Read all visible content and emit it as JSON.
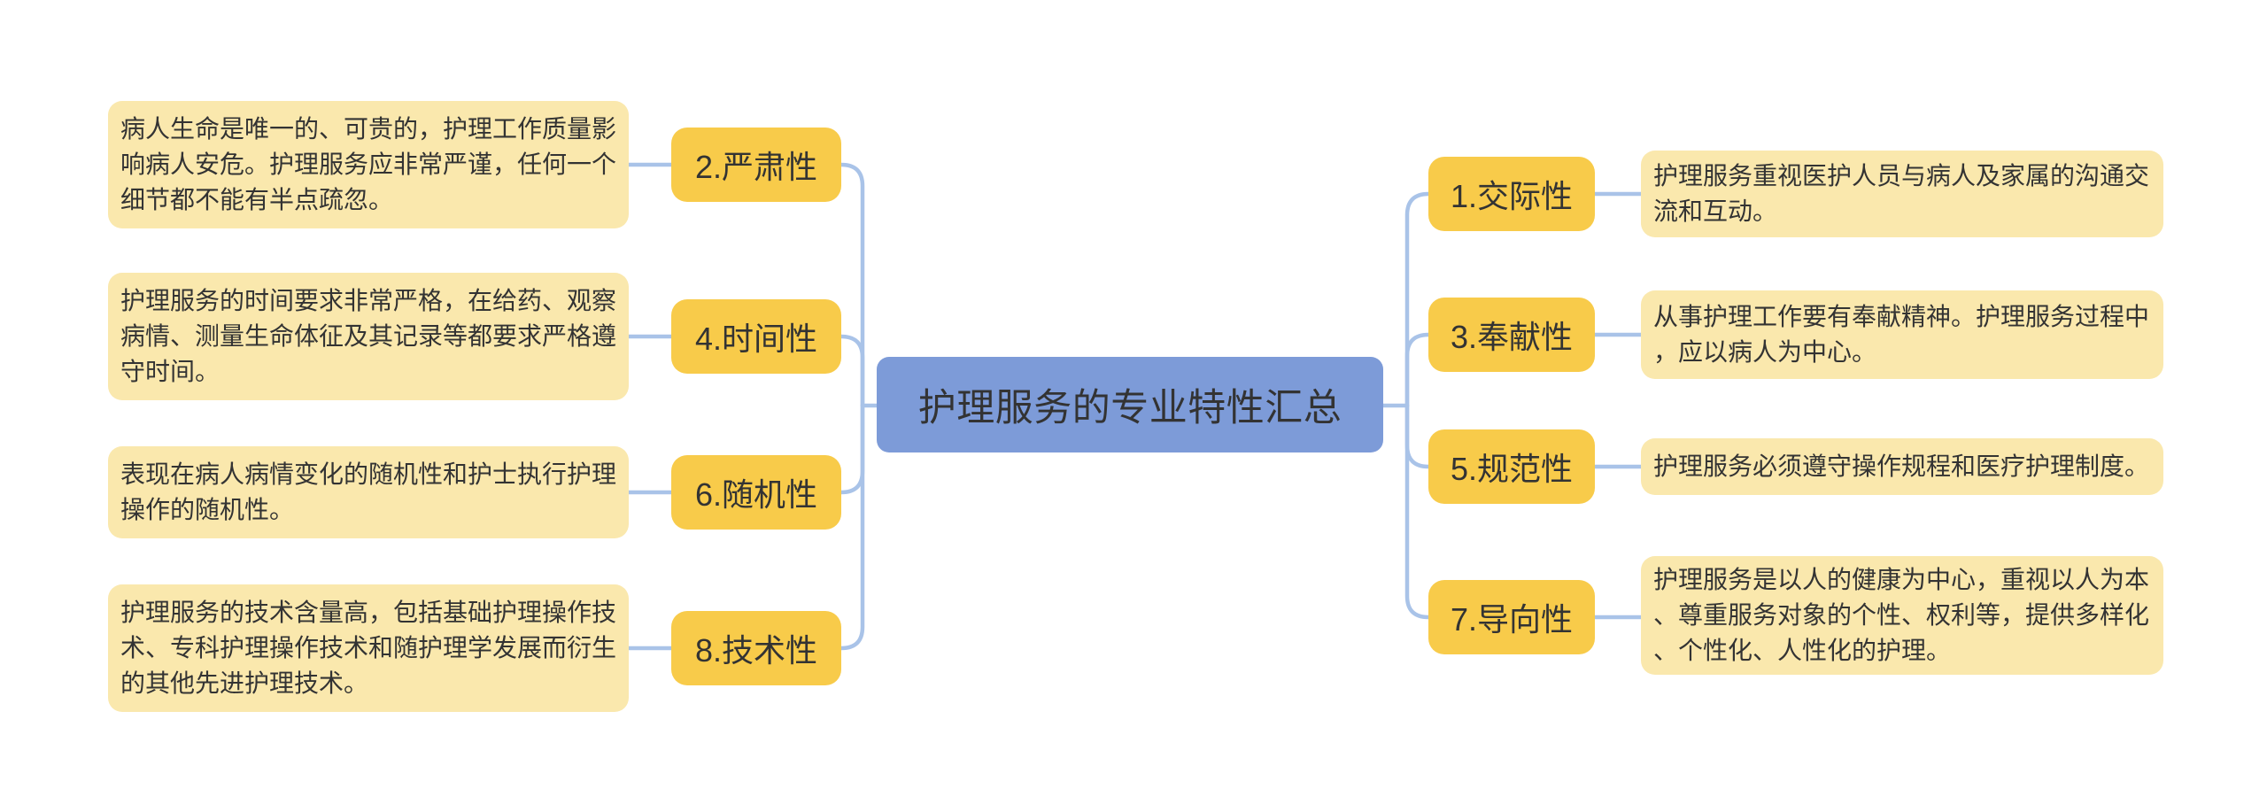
{
  "colors": {
    "center-fill": "#7d9bd8",
    "topic-fill": "#f8cb4a",
    "desc-fill": "#fae8ad",
    "connector": "#a9c3e8",
    "text": "#333333"
  },
  "center": {
    "label": "护理服务的专业特性汇总"
  },
  "left_branches": [
    {
      "label": "2.严肃性",
      "desc": "病人生命是唯一的、可贵的，护理工作质量影响病人安危。护理服务应非常严谨，任何一个细节都不能有半点疏忽。"
    },
    {
      "label": "4.时间性",
      "desc": "护理服务的时间要求非常严格，在给药、观察病情、测量生命体征及其记录等都要求严格遵守时间。"
    },
    {
      "label": "6.随机性",
      "desc": "表现在病人病情变化的随机性和护士执行护理操作的随机性。"
    },
    {
      "label": "8.技术性",
      "desc": "护理服务的技术含量高，包括基础护理操作技术、专科护理操作技术和随护理学发展而衍生的其他先进护理技术。"
    }
  ],
  "right_branches": [
    {
      "label": "1.交际性",
      "desc": "护理服务重视医护人员与病人及家属的沟通交流和互动。"
    },
    {
      "label": "3.奉献性",
      "desc": "从事护理工作要有奉献精神。护理服务过程中，应以病人为中心。"
    },
    {
      "label": "5.规范性",
      "desc": "护理服务必须遵守操作规程和医疗护理制度。"
    },
    {
      "label": "7.导向性",
      "desc": "护理服务是以人的健康为中心，重视以人为本、尊重服务对象的个性、权利等，提供多样化、个性化、人性化的护理。"
    }
  ]
}
